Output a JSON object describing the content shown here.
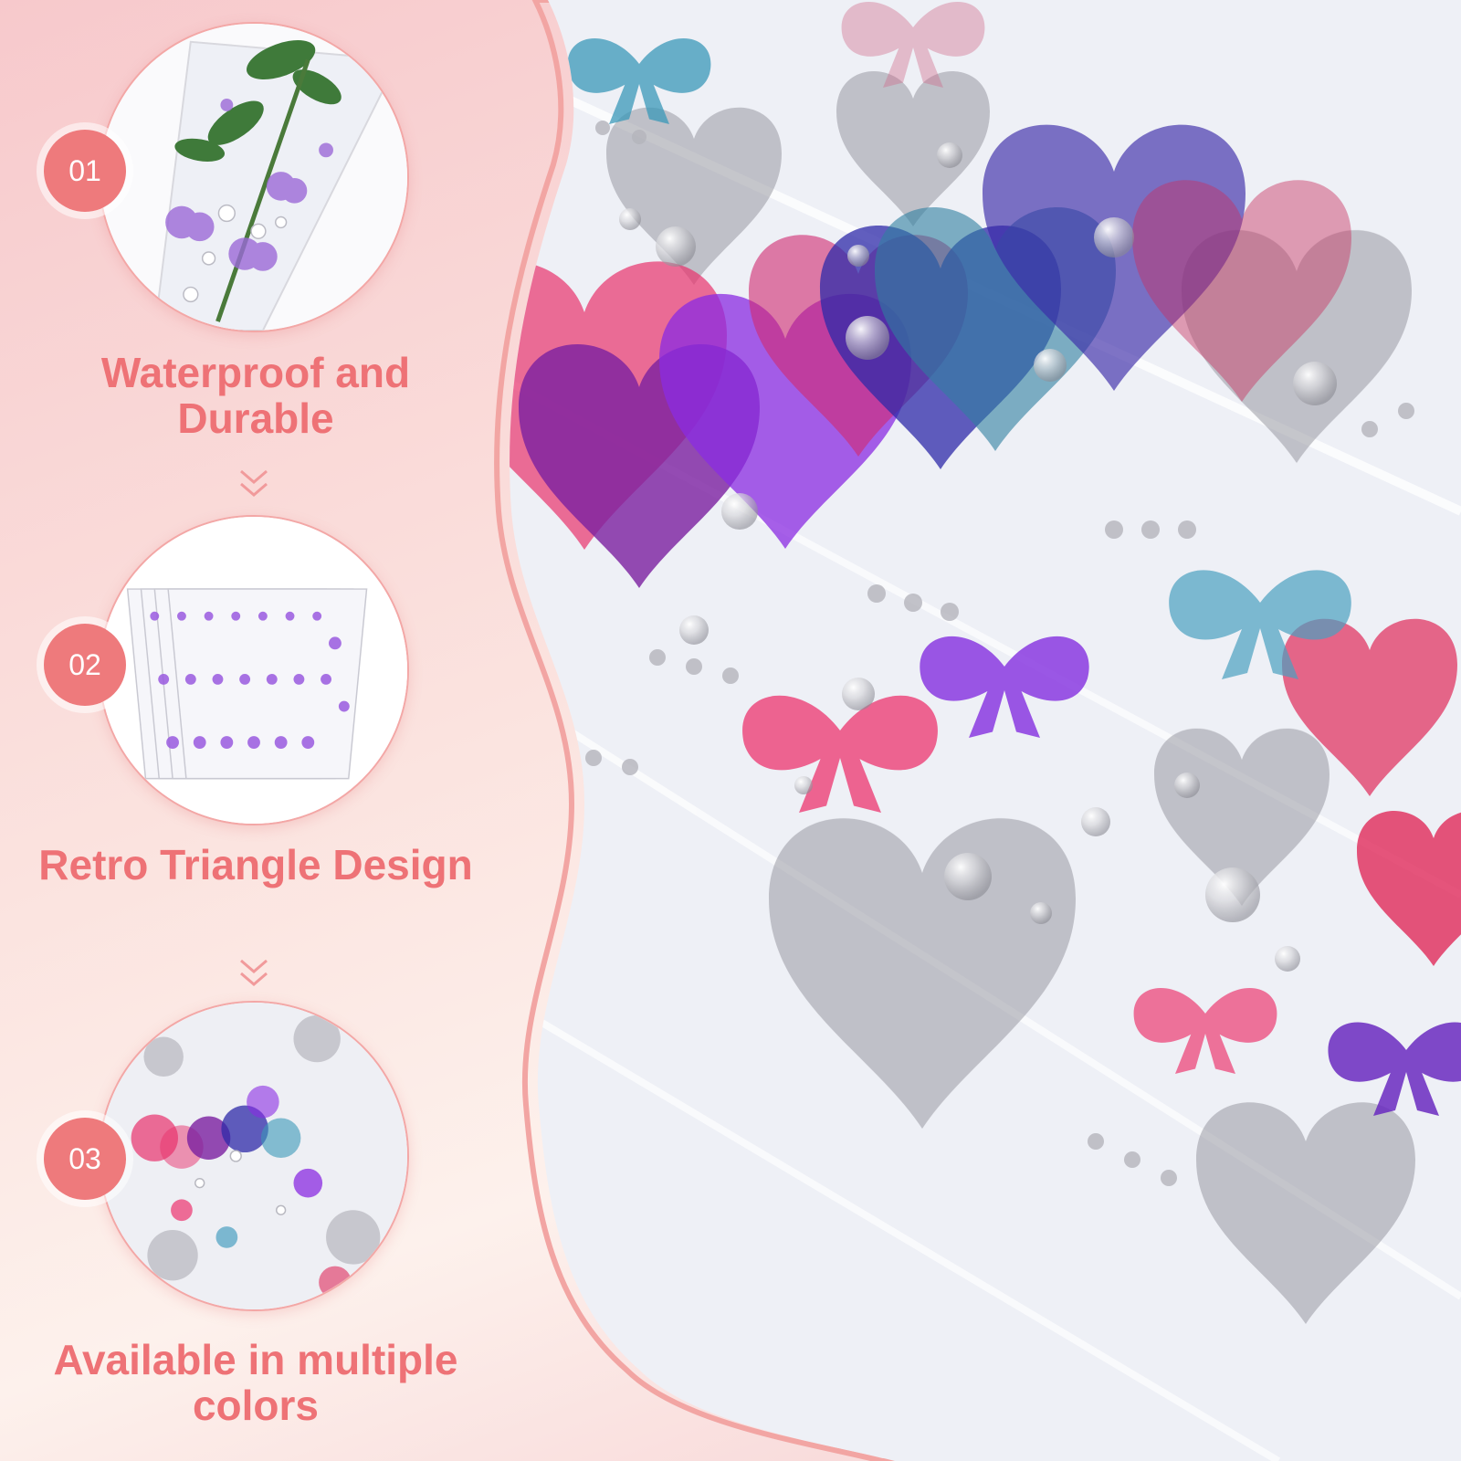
{
  "features": [
    {
      "number": "01",
      "caption_line1": "Waterproof and",
      "caption_line2": "Durable",
      "image": "rose-in-sleeve-image"
    },
    {
      "number": "02",
      "caption_line1": "Retro Triangle Design",
      "image": "stacked-sleeves-image"
    },
    {
      "number": "03",
      "caption_line1": "Available in multiple",
      "caption_line2": "colors",
      "image": "heart-print-closeup-image"
    }
  ],
  "colors": {
    "accent": "#ee7a7c",
    "caption": "#ee7276",
    "chevron": "#f19a9b",
    "background_pink": "#f7c9cc"
  },
  "icons": [
    "chevron-double-down-icon",
    "chevron-double-down-icon"
  ]
}
